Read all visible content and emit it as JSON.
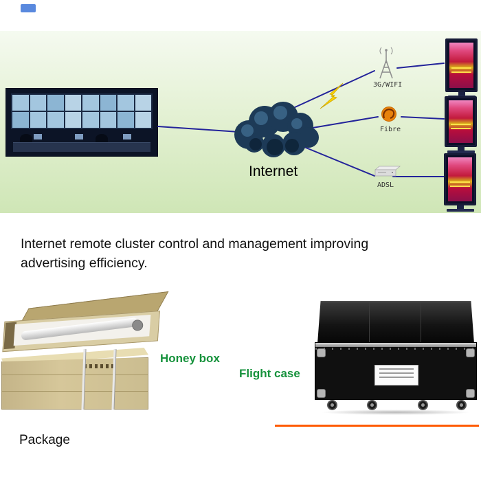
{
  "banner": {
    "internet_label": "Internet",
    "connections": [
      {
        "id": "wifi",
        "label": "3G/WIFI",
        "icon": "antenna-icon"
      },
      {
        "id": "fibre",
        "label": "Fibre",
        "icon": "fibre-coil-icon"
      },
      {
        "id": "adsl",
        "label": "ADSL",
        "icon": "modem-icon"
      }
    ],
    "kiosk_count": 3
  },
  "caption": {
    "text": "Internet remote cluster control and management improving advertising efficiency."
  },
  "packaging": {
    "honey_box_label": "Honey box",
    "flight_case_label": "Flight case",
    "section_label": "Package"
  },
  "colors": {
    "banner_green_top": "#f5faf0",
    "banner_green_bottom": "#cfe6b6",
    "connection_line_blue": "#23239a",
    "cloud_dark": "#1d3a57",
    "lightning_yellow": "#ffd400",
    "fibre_orange": "#e8820c",
    "label_green": "#16923c",
    "accent_orange": "#ff5a00"
  }
}
